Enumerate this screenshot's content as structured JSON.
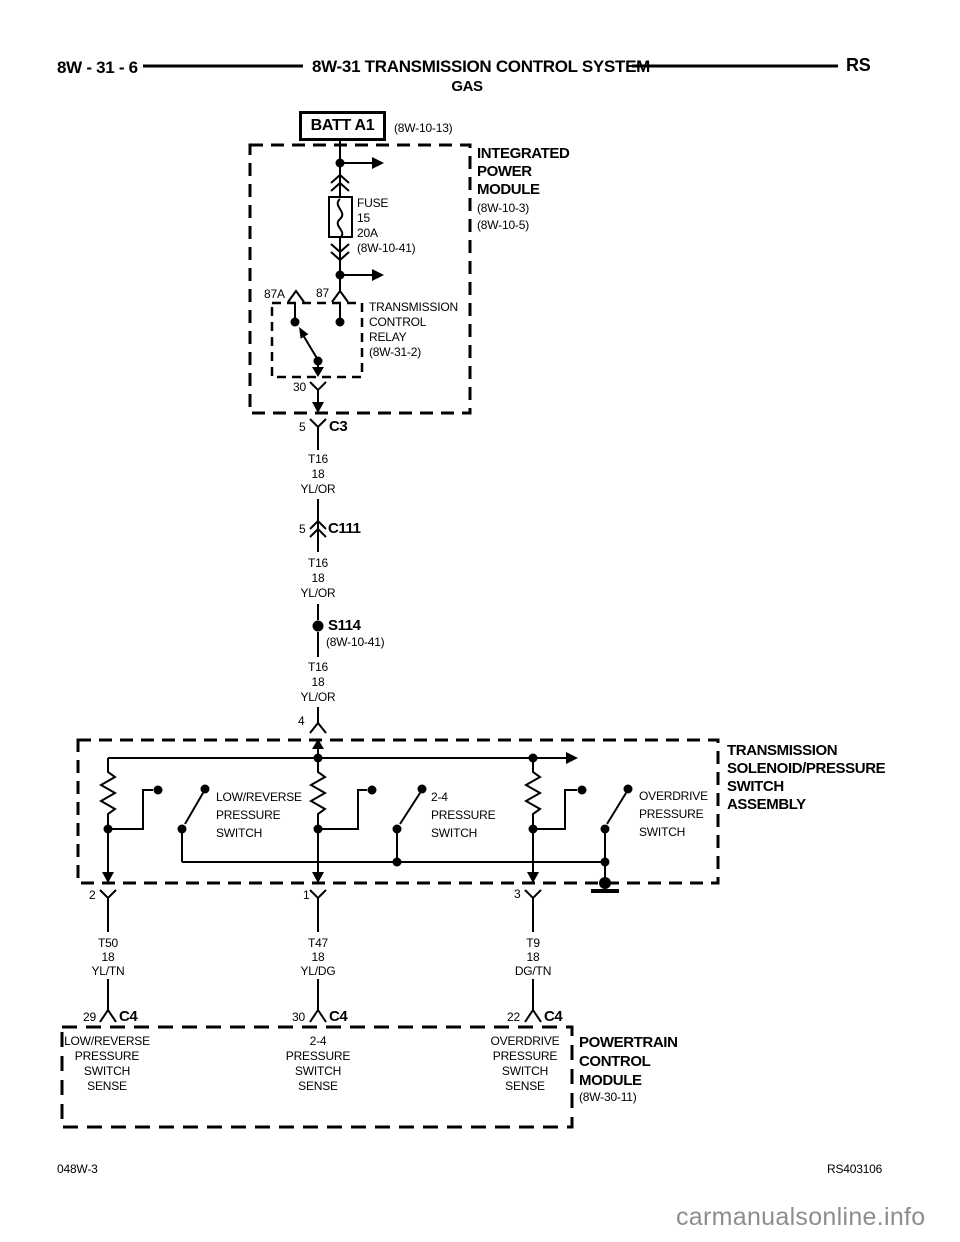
{
  "header": {
    "code": "8W - 31 - 6",
    "title": "8W-31 TRANSMISSION CONTROL SYSTEM",
    "subtitle": "GAS",
    "corner": "RS"
  },
  "battery": {
    "label": "BATT A1",
    "ref": "(8W-10-13)"
  },
  "ipm": {
    "name": [
      "INTEGRATED",
      "POWER",
      "MODULE"
    ],
    "refs": [
      "(8W-10-3)",
      "(8W-10-5)"
    ]
  },
  "fuse": {
    "lines": [
      "FUSE",
      "15",
      "20A",
      "(8W-10-41)"
    ]
  },
  "relay": {
    "pin_87a": "87A",
    "pin_87": "87",
    "pin_30": "30",
    "label": [
      "TRANSMISSION",
      "CONTROL",
      "RELAY",
      "(8W-31-2)"
    ]
  },
  "connectors": {
    "c3": {
      "pin": "5",
      "name": "C3"
    },
    "c111": {
      "pin": "5",
      "name": "C111"
    },
    "c4_left": {
      "pin": "29",
      "name": "C4"
    },
    "c4_mid": {
      "pin": "30",
      "name": "C4"
    },
    "c4_right": {
      "pin": "22",
      "name": "C4"
    }
  },
  "splice": {
    "name": "S114",
    "ref": "(8W-10-41)"
  },
  "wires": {
    "t16": [
      "T16",
      "18",
      "YL/OR"
    ],
    "t50": [
      "T50",
      "18",
      "YL/TN"
    ],
    "t47": [
      "T47",
      "18",
      "YL/DG"
    ],
    "t9": [
      "T9",
      "18",
      "DG/TN"
    ]
  },
  "assembly": {
    "pin_in": "4",
    "pins_out": [
      "2",
      "1",
      "3"
    ],
    "name": [
      "TRANSMISSION",
      "SOLENOID/PRESSURE",
      "SWITCH",
      "ASSEMBLY"
    ],
    "switch_low_reverse": [
      "LOW/REVERSE",
      "PRESSURE",
      "SWITCH"
    ],
    "switch_2_4": [
      "2-4",
      "PRESSURE",
      "SWITCH"
    ],
    "switch_overdrive": [
      "OVERDRIVE",
      "PRESSURE",
      "SWITCH"
    ]
  },
  "pcm": {
    "name": [
      "POWERTRAIN",
      "CONTROL",
      "MODULE"
    ],
    "ref": "(8W-30-11)",
    "sense_low_reverse": [
      "LOW/REVERSE",
      "PRESSURE",
      "SWITCH",
      "SENSE"
    ],
    "sense_2_4": [
      "2-4",
      "PRESSURE",
      "SWITCH",
      "SENSE"
    ],
    "sense_overdrive": [
      "OVERDRIVE",
      "PRESSURE",
      "SWITCH",
      "SENSE"
    ]
  },
  "footer": {
    "left": "048W-3",
    "right": "RS403106",
    "watermark": "carmanualsonline.info"
  }
}
